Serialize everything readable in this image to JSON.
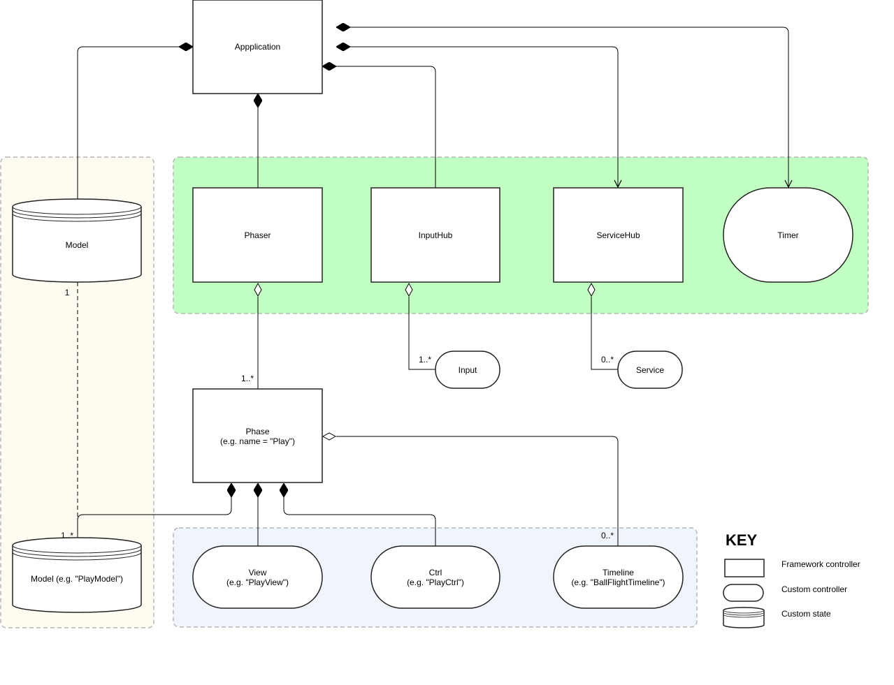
{
  "nodes": {
    "application": "Appplication",
    "phaser": "Phaser",
    "inputhub": "InputHub",
    "servicehub": "ServiceHub",
    "timer": "Timer",
    "model": "Model",
    "input": "Input",
    "service": "Service",
    "phase_line1": "Phase",
    "phase_line2": "(e.g. name = \"Play\")",
    "play_model": "Model (e.g. \"PlayModel\")",
    "view_line1": "View",
    "view_line2": "(e.g. \"PlayView\")",
    "ctrl_line1": "Ctrl",
    "ctrl_line2": "(e.g. \"PlayCtrl\")",
    "timeline_line1": "Timeline",
    "timeline_line2": "(e.g. \"BallFlightTimeline\")"
  },
  "multiplicities": {
    "model_one": "1",
    "model_many": "1..*",
    "phase_many": "1..*",
    "input_many": "1..*",
    "service_many": "0..*",
    "timeline_many": "0..*"
  },
  "key": {
    "title": "KEY",
    "framework": "Framework controller",
    "custom_controller": "Custom controller",
    "custom_state": "Custom state"
  },
  "colors": {
    "framework_group": "#c2ffc2",
    "state_group": "#fefbf1",
    "custom_group": "#f0f5fd",
    "border": "#222222",
    "group_border": "#b5b5b5"
  }
}
